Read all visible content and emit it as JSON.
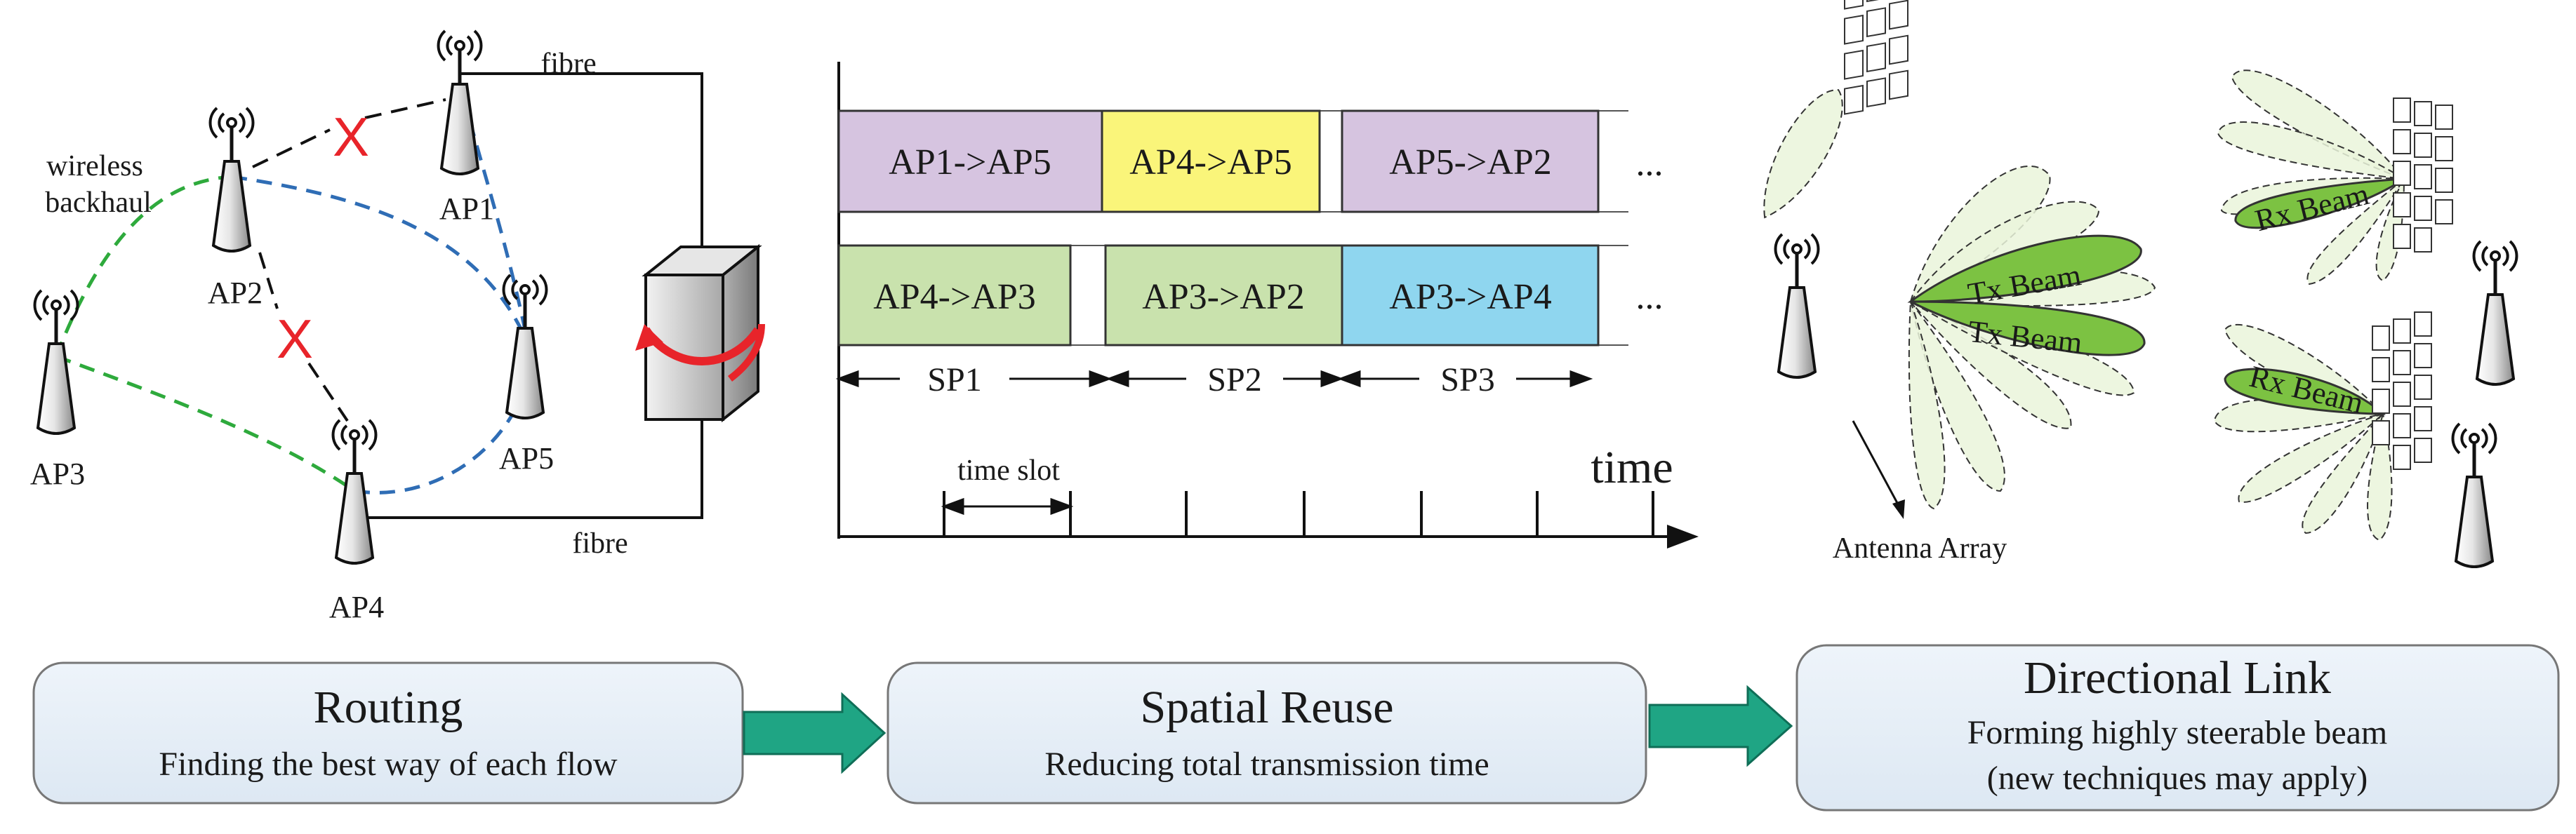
{
  "network": {
    "aps": [
      {
        "id": "ap1",
        "label": "AP1"
      },
      {
        "id": "ap2",
        "label": "AP2"
      },
      {
        "id": "ap3",
        "label": "AP3"
      },
      {
        "id": "ap4",
        "label": "AP4"
      },
      {
        "id": "ap5",
        "label": "AP5"
      }
    ],
    "fibre_top_label": "fibre",
    "fibre_bottom_label": "fibre",
    "backhaul_label_line1": "wireless",
    "backhaul_label_line2": "backhaul",
    "blocked_mark": "X"
  },
  "schedule": {
    "row1": [
      "AP1->AP5",
      "AP4->AP5",
      "AP5->AP2"
    ],
    "row2": [
      "AP4->AP3",
      "AP3->AP2",
      "AP3->AP4"
    ],
    "ellipsis": "...",
    "periods": [
      "SP1",
      "SP2",
      "SP3"
    ],
    "time_slot_label": "time slot",
    "axis_label": "time"
  },
  "beams": {
    "tx1": "Tx Beam",
    "tx2": "Tx Beam",
    "rx1": "Rx Beam",
    "rx2": "Rx Beam",
    "antenna_array_label": "Antenna Array"
  },
  "stages": [
    {
      "title": "Routing",
      "subtitle": "Finding the best way of each flow"
    },
    {
      "title": "Spatial Reuse",
      "subtitle": "Reducing total transmission time"
    },
    {
      "title": "Directional Link",
      "subtitle_line1": "Forming highly steerable beam",
      "subtitle_line2": "(new techniques may apply)"
    }
  ],
  "colors": {
    "green_link": "#2eaa3c",
    "blue_link": "#2f6db5",
    "blocked": "#e8242a",
    "slot_purple": "#d6c4e0",
    "slot_yellow": "#faf57a",
    "slot_green": "#c9e2ad",
    "slot_blue": "#8fd6ef",
    "beam_green": "#7cc242",
    "arrow_teal": "#1fa584",
    "box_fill": "#e8f0f8"
  }
}
